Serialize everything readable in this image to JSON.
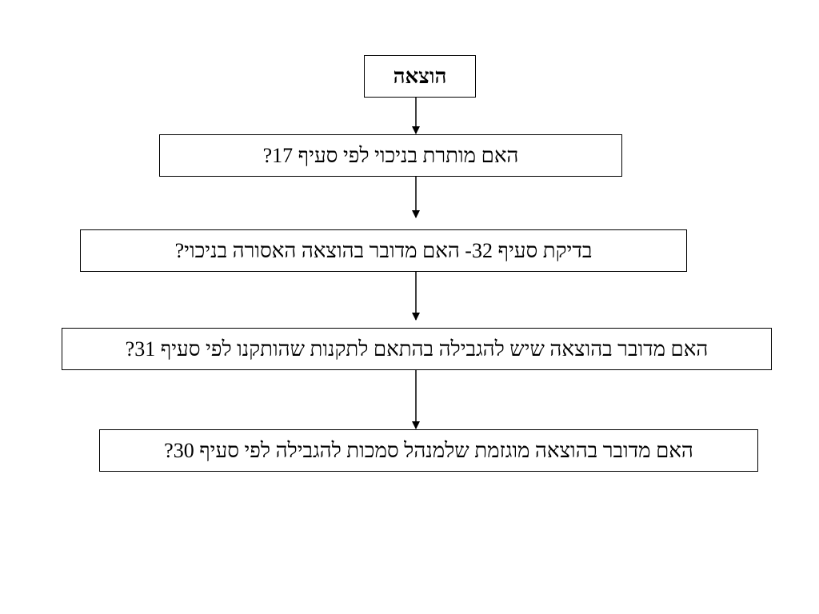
{
  "flowchart": {
    "nodes": [
      {
        "id": "n0",
        "text": "הוצאה"
      },
      {
        "id": "n1",
        "text": "האם מותרת בניכוי לפי סעיף 17?"
      },
      {
        "id": "n2",
        "text": "בדיקת סעיף 32- האם מדובר בהוצאה האסורה בניכוי?"
      },
      {
        "id": "n3",
        "text": "האם מדובר בהוצאה שיש להגבילה בהתאם לתקנות שהותקנו לפי סעיף 31?"
      },
      {
        "id": "n4",
        "text": "האם מדובר בהוצאה מוגזמת שלמנהל סמכות להגבילה לפי סעיף 30?"
      }
    ],
    "edges": [
      {
        "from": "n0",
        "to": "n1"
      },
      {
        "from": "n1",
        "to": "n2"
      },
      {
        "from": "n2",
        "to": "n3"
      },
      {
        "from": "n3",
        "to": "n4"
      }
    ]
  }
}
